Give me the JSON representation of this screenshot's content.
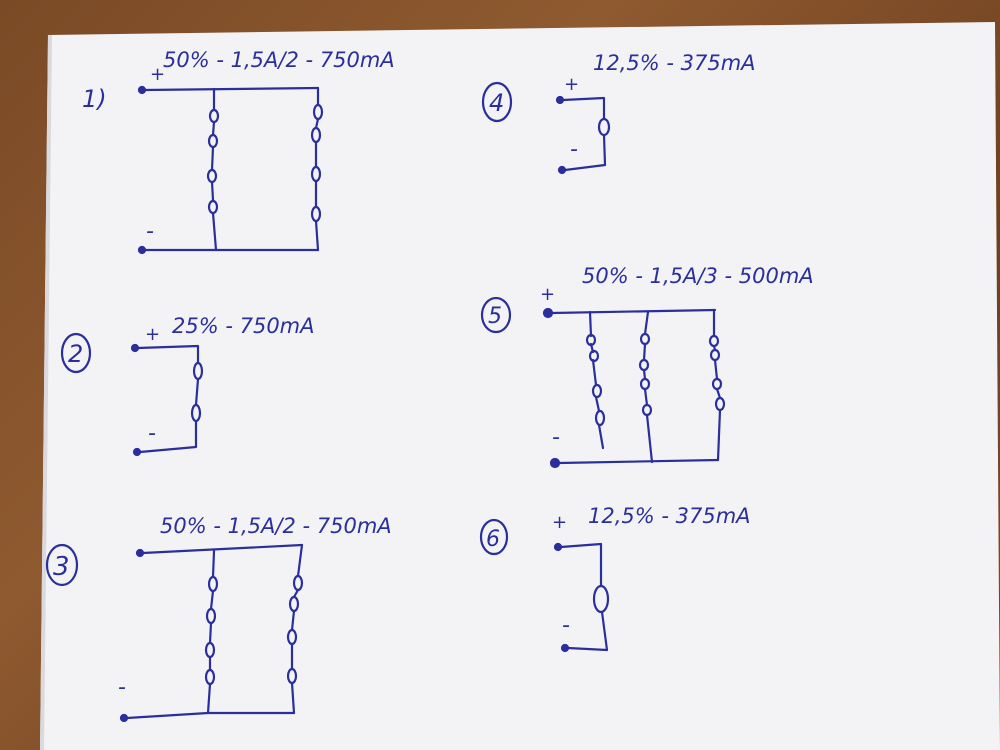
{
  "photo": {
    "ink_color": "#2a2f9c",
    "paper_color": "#f4f4f7",
    "table_color": "#7a4a26"
  },
  "diagrams": [
    {
      "number": "1)",
      "caption": "50% - 1,5A/2 - 750mA",
      "plus": "+",
      "minus": "-"
    },
    {
      "number": "2",
      "caption": "25% - 750mA",
      "plus": "+",
      "minus": "-"
    },
    {
      "number": "3",
      "caption": "50% - 1,5A/2 - 750mA",
      "minus": "-"
    },
    {
      "number": "4",
      "caption": "12,5% - 375mA",
      "plus": "+",
      "minus": "-"
    },
    {
      "number": "5",
      "caption": "50% - 1,5A/3 - 500mA",
      "plus": "+",
      "minus": "-"
    },
    {
      "number": "6",
      "caption": "12,5% - 375mA",
      "plus": "+",
      "minus": "-"
    }
  ]
}
